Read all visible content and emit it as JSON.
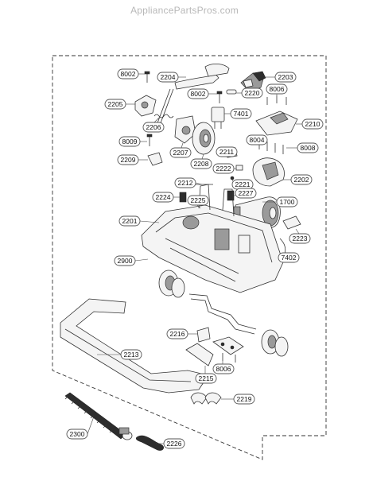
{
  "watermark": "AppliancePartsPros.com",
  "callouts": [
    {
      "id": "8002a",
      "text": "8002"
    },
    {
      "id": "2204",
      "text": "2204"
    },
    {
      "id": "2203",
      "text": "2203"
    },
    {
      "id": "8006a",
      "text": "8006"
    },
    {
      "id": "2205",
      "text": "2205"
    },
    {
      "id": "8002b",
      "text": "8002"
    },
    {
      "id": "2220",
      "text": "2220"
    },
    {
      "id": "7401",
      "text": "7401"
    },
    {
      "id": "2210",
      "text": "2210"
    },
    {
      "id": "2206",
      "text": "2206"
    },
    {
      "id": "8009",
      "text": "8009"
    },
    {
      "id": "8004",
      "text": "8004"
    },
    {
      "id": "8008",
      "text": "8008"
    },
    {
      "id": "2211",
      "text": "2211"
    },
    {
      "id": "2209",
      "text": "2209"
    },
    {
      "id": "2207",
      "text": "2207"
    },
    {
      "id": "2208",
      "text": "2208"
    },
    {
      "id": "2222",
      "text": "2222"
    },
    {
      "id": "2202",
      "text": "2202"
    },
    {
      "id": "2212",
      "text": "2212"
    },
    {
      "id": "2221",
      "text": "2221"
    },
    {
      "id": "2227",
      "text": "2227"
    },
    {
      "id": "2224",
      "text": "2224"
    },
    {
      "id": "2225",
      "text": "2225"
    },
    {
      "id": "1700",
      "text": "1700"
    },
    {
      "id": "2201",
      "text": "2201"
    },
    {
      "id": "2223",
      "text": "2223"
    },
    {
      "id": "7402",
      "text": "7402"
    },
    {
      "id": "2900",
      "text": "2900"
    },
    {
      "id": "2216",
      "text": "2216"
    },
    {
      "id": "2213",
      "text": "2213"
    },
    {
      "id": "8006b",
      "text": "8006"
    },
    {
      "id": "2215",
      "text": "2215"
    },
    {
      "id": "2219",
      "text": "2219"
    },
    {
      "id": "2300",
      "text": "2300"
    },
    {
      "id": "2226",
      "text": "2226"
    }
  ]
}
